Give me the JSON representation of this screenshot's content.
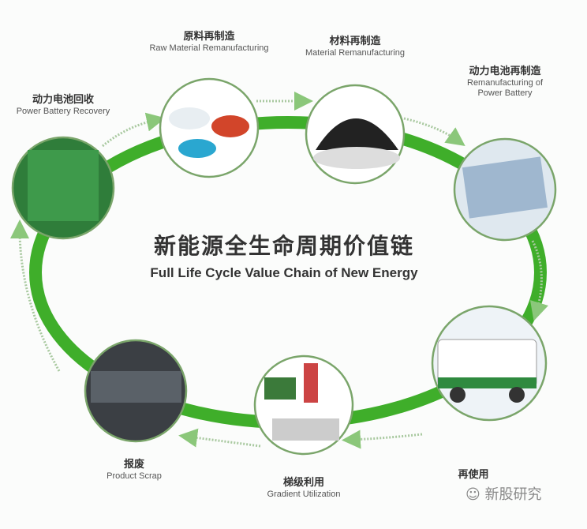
{
  "title": {
    "zh": "新能源全生命周期价值链",
    "en": "Full Life Cycle Value Chain of New Energy"
  },
  "stages": [
    {
      "zh": "动力电池回收",
      "en": "Power Battery Recovery"
    },
    {
      "zh": "原料再制造",
      "en": "Raw Material Remanufacturing"
    },
    {
      "zh": "材料再制造",
      "en": "Material Remanufacturing"
    },
    {
      "zh": "动力电池再制造",
      "en": "Remanufacturing of Power Battery"
    },
    {
      "zh": "再使用",
      "en": ""
    },
    {
      "zh": "梯级利用",
      "en": "Gradient Utilization"
    },
    {
      "zh": "报废",
      "en": "Product Scrap"
    }
  ],
  "watermark": "新股研究",
  "colors": {
    "ring": "#3fae2a",
    "circle_border": "#7aa56a"
  }
}
